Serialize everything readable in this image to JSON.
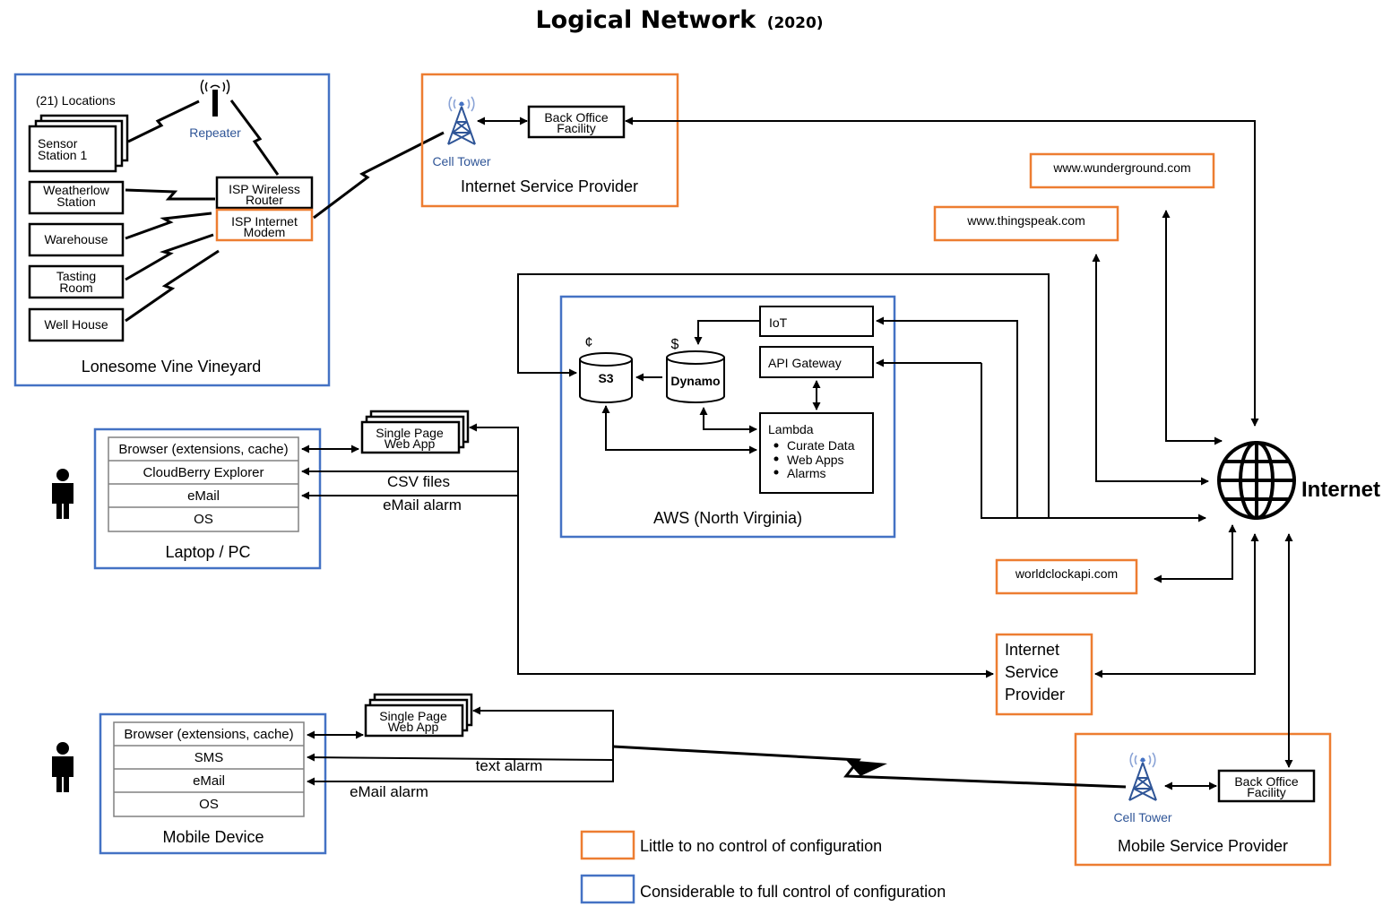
{
  "title": {
    "main": "Logical Network",
    "year": "(2020)"
  },
  "colors": {
    "limited_control": "#ED7D31",
    "full_control": "#4472C4"
  },
  "vineyard": {
    "label": "Lonesome Vine Vineyard",
    "locations_count": "(21) Locations",
    "sensor_station": [
      "Sensor",
      "Station 1"
    ],
    "weatherflow": [
      "Weatherlow",
      "Station"
    ],
    "warehouse": "Warehouse",
    "tasting_room": [
      "Tasting",
      "Room"
    ],
    "well_house": "Well House",
    "repeater": "Repeater",
    "isp_router": [
      "ISP Wireless",
      "Router"
    ],
    "isp_modem": [
      "ISP Internet",
      "Modem"
    ]
  },
  "isp_top": {
    "label": "Internet Service Provider",
    "cell_tower": "Cell Tower",
    "back_office": [
      "Back Office",
      "Facility"
    ]
  },
  "external": {
    "wunderground": "www.wunderground.com",
    "thingspeak": "www.thingspeak.com",
    "worldclock": "worldclockapi.com"
  },
  "internet": {
    "label": "Internet"
  },
  "aws": {
    "label": "AWS (North Virginia)",
    "iot": "IoT",
    "api_gateway": "API Gateway",
    "s3": "S3",
    "s3_cost": "¢",
    "dynamo": "Dynamo",
    "dynamo_cost": "$",
    "lambda": {
      "title": "Lambda",
      "bullets": [
        "Curate Data",
        "Web Apps",
        "Alarms"
      ]
    }
  },
  "laptop": {
    "label": "Laptop / PC",
    "stack": [
      "Browser (extensions, cache)",
      "CloudBerry Explorer",
      "eMail",
      "OS"
    ],
    "spa": [
      "Single Page",
      "Web App"
    ],
    "csv_files": "CSV files",
    "email_alarm": "eMail alarm"
  },
  "mobile": {
    "label": "Mobile Device",
    "stack": [
      "Browser (extensions, cache)",
      "SMS",
      "eMail",
      "OS"
    ],
    "spa": [
      "Single Page",
      "Web App"
    ],
    "text_alarm": "text alarm",
    "email_alarm": "eMail alarm"
  },
  "isp_mid": {
    "lines": [
      "Internet",
      "Service",
      "Provider"
    ]
  },
  "msp": {
    "label": "Mobile Service Provider",
    "cell_tower": "Cell Tower",
    "back_office": [
      "Back Office",
      "Facility"
    ]
  },
  "legend": {
    "limited": "Little to no control of configuration",
    "full": "Considerable to full control of configuration"
  }
}
